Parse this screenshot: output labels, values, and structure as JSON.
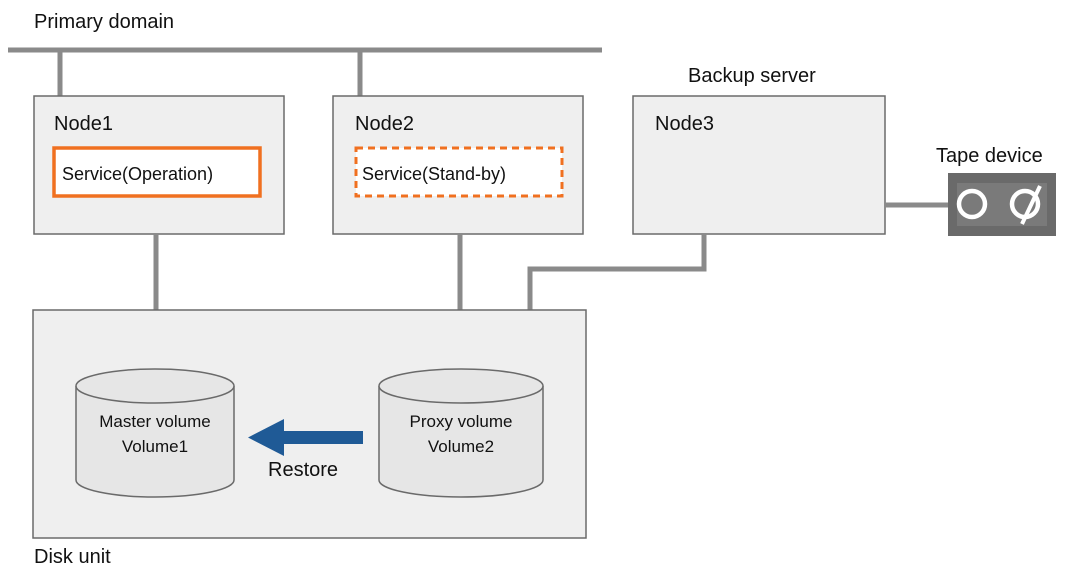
{
  "primary_domain_label": "Primary domain",
  "backup_server_label": "Backup server",
  "disk_unit_label": "Disk unit",
  "tape_device_label": "Tape device",
  "nodes": [
    {
      "name": "Node1",
      "service": "Service(Operation)"
    },
    {
      "name": "Node2",
      "service": "Service(Stand-by)"
    },
    {
      "name": "Node3"
    }
  ],
  "volumes": {
    "master": {
      "line1": "Master volume",
      "line2": "Volume1"
    },
    "proxy": {
      "line1": "Proxy volume",
      "line2": "Volume2"
    }
  },
  "restore_label": "Restore",
  "colors": {
    "box_fill": "#efefef",
    "box_stroke": "#6a6a6a",
    "line": "#8a8a8a",
    "service_stroke": "#f07020",
    "arrow": "#1f5a96",
    "tape_fill": "#6a6a6a",
    "volume_fill": "#e6e6e6"
  },
  "icons": [
    "cylinder-volume-icon",
    "tape-reel-icon",
    "arrow-left-icon"
  ]
}
